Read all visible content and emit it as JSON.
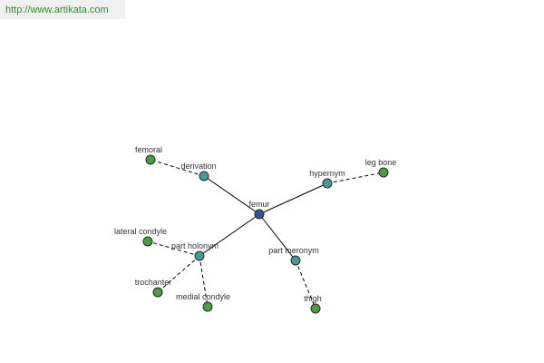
{
  "banner": {
    "url_text": "http://www.artikata.com"
  },
  "colors": {
    "center_node": "#3d4f8f",
    "relation_node": "#4a9a99",
    "leaf_node": "#4f9a45"
  },
  "graph": {
    "center": {
      "id": "femur",
      "label": "femur"
    },
    "relations": [
      {
        "id": "derivation",
        "label": "derivation"
      },
      {
        "id": "hypernym",
        "label": "hypernym"
      },
      {
        "id": "part_holonym",
        "label": "part holonym"
      },
      {
        "id": "part_meronym",
        "label": "part meronym"
      }
    ],
    "leaves": [
      {
        "id": "femoral",
        "label": "femoral",
        "relation": "derivation"
      },
      {
        "id": "leg_bone",
        "label": "leg bone",
        "relation": "hypernym"
      },
      {
        "id": "lateral_condyle",
        "label": "lateral condyle",
        "relation": "part_holonym"
      },
      {
        "id": "trochanter",
        "label": "trochanter",
        "relation": "part_holonym"
      },
      {
        "id": "medial_condyle",
        "label": "medial condyle",
        "relation": "part_holonym"
      },
      {
        "id": "thigh",
        "label": "thigh",
        "relation": "part_meronym"
      }
    ]
  }
}
